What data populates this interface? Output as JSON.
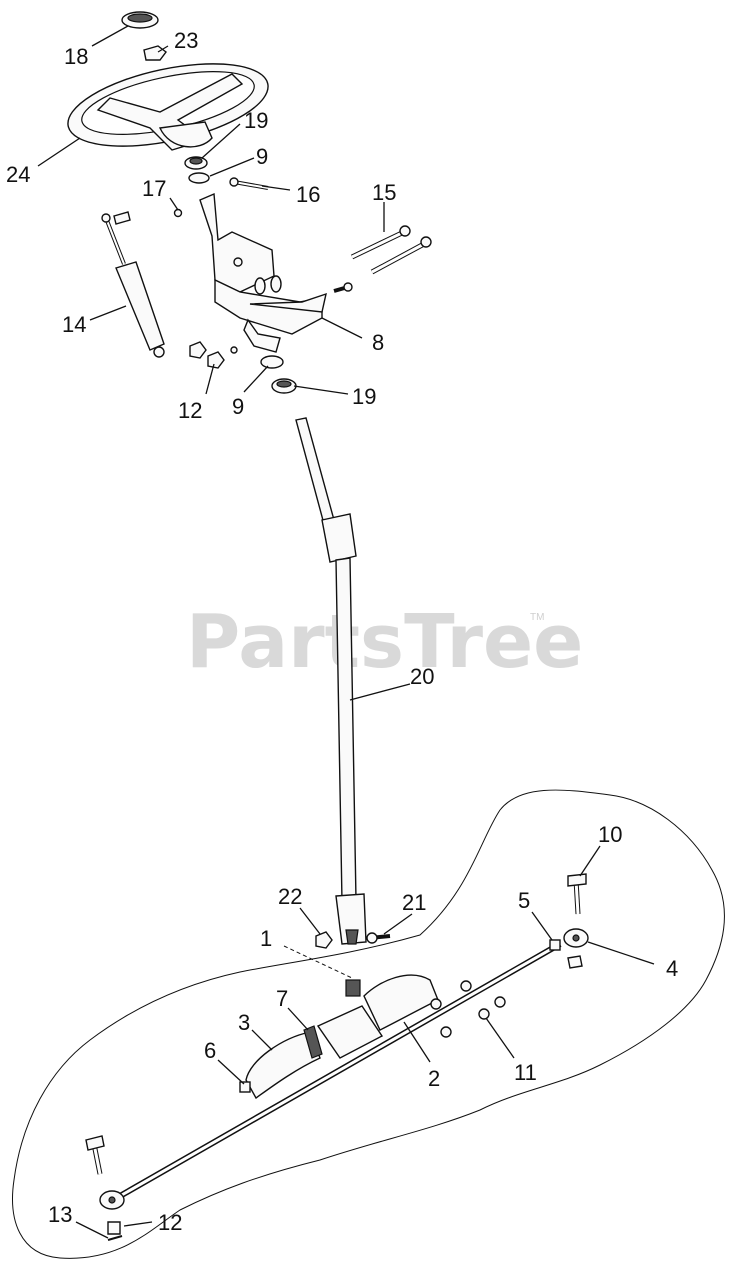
{
  "watermark": {
    "text": "PartsTree",
    "trademark": "TM"
  },
  "callouts": {
    "c18": "18",
    "c23": "23",
    "c24": "24",
    "c19a": "19",
    "c9a": "9",
    "c17": "17",
    "c16": "16",
    "c15": "15",
    "c14": "14",
    "c8": "8",
    "c12a": "12",
    "c9b": "9",
    "c19b": "19",
    "c20": "20",
    "c10": "10",
    "c22": "22",
    "c21": "21",
    "c5": "5",
    "c1": "1",
    "c4": "4",
    "c7": "7",
    "c3": "3",
    "c6": "6",
    "c2": "2",
    "c11": "11",
    "c13": "13",
    "c12b": "12"
  }
}
